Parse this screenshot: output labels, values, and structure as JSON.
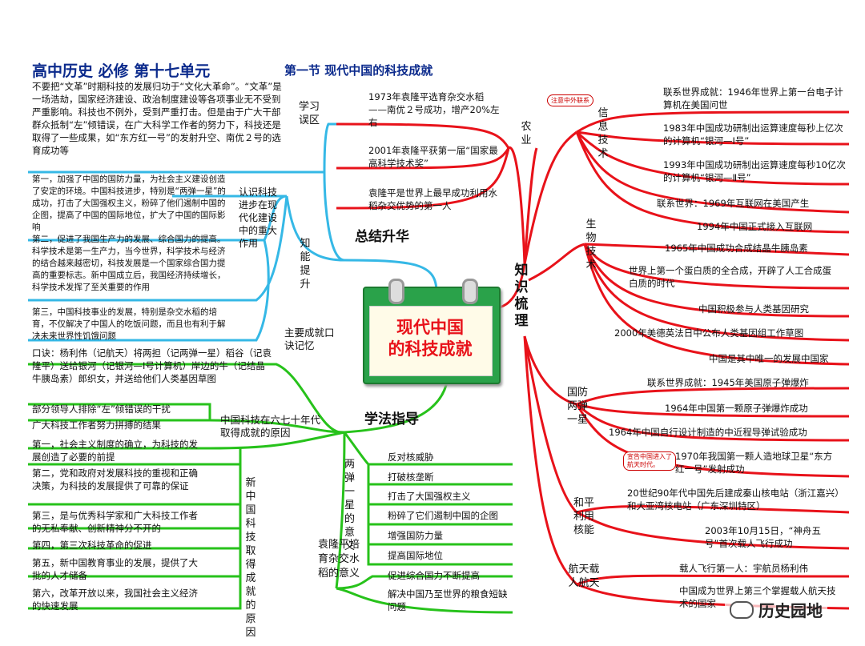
{
  "header": {
    "title": "高中历史 必修 第十七单元",
    "section": "第一节 现代中国的科技成就"
  },
  "center": {
    "line1": "现代中国",
    "line2": "的科技成就"
  },
  "branches": {
    "summary": "总结升华",
    "knowledge": "知识梳理",
    "method": "学法指导"
  },
  "summary": {
    "mistake_label": "学习误区",
    "mistake_text": "不要把“文革”时期科技的发展归功于“文化大革命”。“文革”是一场浩劫，国家经济建设、政治制度建设等各项事业无不受到严重影响。科技也不例外，受到严重打击。但是由于广大干部群众抵制“左”倾错误，在广大科学工作者的努力下，科技还是取得了一些成果，如“东方红一号”的发射升空、南优２号的选育成功等",
    "ability_label": "知能提升",
    "understand_label": "认识科技进步在现代化建设中的重大作用",
    "points": [
      "第一，加强了中国的国防力量，为社会主义建设创造了安定的环境。中国科技进步，特别是“两弹一星”的成功，打击了大国强权主义，粉碎了他们遏制中国的企图，提高了中国的国际地位，扩大了中国的国际影响",
      "第二，促进了我国生产力的发展、综合国力的提高。科学技术是第一生产力，当今世界，科学技术与经济的结合越来越密切，科技发展是一个国家综合国力提高的重要标志。新中国成立后，我国经济持续增长，科学技术发挥了至关重要的作用",
      "第三，中国科技事业的发展，特别是杂交水稻的培育，不仅解决了中国人的吃饭问题，而且也有利于解决未来世界性饥饿问题"
    ]
  },
  "method": {
    "memory_label": "主要成就口诀记忆",
    "memory_text": "口诀：杨利伟（记航天）将两担（记两弹一星）稻谷（记袁隆平）送给银河（记银河—Ⅰ号计算机）岸边的牛（记结晶牛胰岛素）郎织女，并送给他们人类基因草图",
    "reason6070_label": "中国科技在六七十年代取得成就的原因",
    "reason6070": [
      "部分领导人排除“左”倾错误的干扰",
      "广大科技工作者努力拼搏的结果"
    ],
    "reasons_label": "新中国科技取得成就的原因",
    "reasons": [
      "第一，社会主义制度的确立，为科技的发展创造了必要的前提",
      "第二，党和政府对发展科技的重视和正确决策，为科技的发展提供了可靠的保证",
      "第三，是与优秀科学家和广大科技工作者的无私奉献、创新精神分不开的",
      "第四，第三次科技革命的促进",
      "第五，新中国教育事业的发展，提供了大批的人才储备",
      "第六，改革开放以来，我国社会主义经济的快速发展"
    ],
    "bomb_label": "两弹一星的意义",
    "bomb": [
      "反对核威胁",
      "打破核垄断",
      "打击了大国强权主义",
      "粉碎了它们遏制中国的企图",
      "增强国防力量",
      "提高国际地位"
    ],
    "rice_label": "袁隆平培育杂交水稻的意义",
    "rice": [
      "促进综合国力不断提高",
      "解决中国乃至世界的粮食短缺问题"
    ]
  },
  "knowledge": {
    "agri_label": "农业",
    "agri": [
      "1973年袁隆平选育杂交水稻——南优２号成功，增产20%左右",
      "2001年袁隆平获第一届“国家最高科学技术奖”",
      "袁隆平是世界上最早成功利用水稻杂交优势的第一人"
    ],
    "it_label": "信息技术",
    "it_note": "注意中外联系",
    "it": [
      "联系世界成就：1946年世界上第一台电子计算机在美国问世",
      "1983年中国成功研制出运算速度每秒上亿次的计算机“银河—Ⅰ号”",
      "1993年中国成功研制出运算速度每秒10亿次的计算机“银河—Ⅱ号”",
      "联系世界：1969年互联网在美国产生",
      "1994年中国正式接入互联网"
    ],
    "bio_label": "生物技术",
    "bio": [
      "1965年中国成功合成结晶牛胰岛素",
      "世界上第一个蛋白质的全合成，开辟了人工合成蛋白质的时代",
      "中国积极参与人类基因研究",
      "2000年美德英法日中公布人类基因组工作草图",
      "中国是其中唯一的发展中国家"
    ],
    "defense_label": "国防两弹一星",
    "defense_note": "宣告中国进入了航天时代。",
    "defense": [
      "联系世界成就：1945年美国原子弹爆炸",
      "1964年中国第一颗原子弹爆炸成功",
      "1964年中国自行设计制造的中近程导弹试验成功",
      "1970年我国第一颗人造地球卫星“东方红一号”发射成功"
    ],
    "nuclear_label": "和平利用核能",
    "nuclear": [
      "20世纪90年代中国先后建成秦山核电站（浙江嘉兴）和大亚湾核电站（广东深圳特区）"
    ],
    "space_label": "航天载人航天",
    "space": [
      "2003年10月15日，“神舟五号”首次载人飞行成功",
      "载人飞行第一人：宇航员杨利伟",
      "中国成为世界上第三个掌握载人航天技术的国家"
    ]
  },
  "watermark": "历史园地",
  "colors": {
    "summary": "#35b8e6",
    "knowledge": "#e8121a",
    "method": "#27c21b",
    "title": "#0b2a8c",
    "center_text": "#e8121a",
    "board": "#2aa24a"
  }
}
